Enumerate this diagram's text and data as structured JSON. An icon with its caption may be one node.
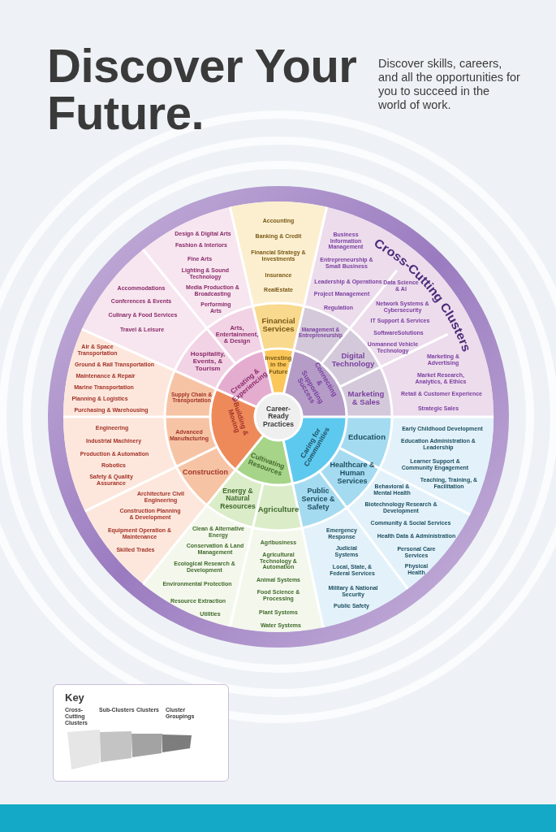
{
  "diagram": {
    "title": "Discover Your Future.",
    "nodes": [
      {
        "text": [
          "Career-Ready Practices"
        ]
      },
      {
        "text": [
          "Creating & Experiencing"
        ]
      },
      {
        "text": [
          "Investing in the Future"
        ]
      },
      {
        "text": [
          "Connecting & Supporting Success"
        ]
      },
      {
        "text": [
          "Caring for Communities"
        ]
      },
      {
        "text": [
          "Cultivating Resources"
        ]
      },
      {
        "text": [
          "Building & Moving"
        ]
      },
      {
        "text": [
          "Arts, Entertainment, & Design"
        ]
      },
      {
        "text": [
          "Financial Services"
        ]
      },
      {
        "text": [
          "Management & Entrepreneurship"
        ]
      },
      {
        "text": [
          "Digital Technology"
        ]
      },
      {
        "text": [
          "Marketing & Sales"
        ]
      },
      {
        "text": [
          "Education"
        ]
      },
      {
        "text": [
          "Healthcare & Human Services"
        ]
      },
      {
        "text": [
          "Public Service & Safety"
        ]
      },
      {
        "text": [
          "Agriculture"
        ]
      },
      {
        "text": [
          "Energy & Natural Resources"
        ]
      },
      {
        "text": [
          "Construction"
        ]
      },
      {
        "text": [
          "Advanced Manufacturing"
        ]
      },
      {
        "text": [
          "Supply Chain & Transportation"
        ]
      },
      {
        "text": [
          "Hospitality, Events, & Tourism"
        ]
      },
      {
        "text": [
          "Design & Digital Arts",
          "Fashion & Interiors",
          "Fine Arts",
          "Lighting & Sound Technology",
          "Media Production & Broadcasting",
          "Performing Arts"
        ]
      },
      {
        "text": [
          "Accounting",
          "Banking & Credit",
          "Financial Strategy & Investments",
          "Insurance",
          "RealEstate"
        ]
      },
      {
        "text": [
          "Business Information Management",
          "Entrepreneurship & Small Business",
          "Leadership & Operations",
          "Project Management",
          "Regulation"
        ]
      },
      {
        "text": [
          "Data Science & AI",
          "Network Systems & Cybersecurity",
          "IT Support & Services",
          "SoftwareSolutions",
          "Unmanned Vehicle Technology"
        ]
      },
      {
        "text": [
          "Marketing & Advertising",
          "Market Research, Analytics, & Ethics",
          "Retail & Customer Experience",
          "Strategic Sales"
        ]
      },
      {
        "text": [
          "Early Childhood Development",
          "Education Administration & Leadership",
          "Learner Support & Community Engagement",
          "Teaching, Training, & Facilitation"
        ]
      },
      {
        "text": [
          "Behavioral & Mental Health",
          "Biotechnology Research & Development",
          "Community & Social Services",
          "Health Data & Administration",
          "Personal Care Services",
          "Physical Health"
        ]
      },
      {
        "text": [
          "Emergency Response",
          "Judicial Systems",
          "Local, State, & Federal Services",
          "Military & National Security",
          "Public Safety"
        ]
      },
      {
        "text": [
          "Agribusiness",
          "Agricultural Technology & Automation",
          "Animal Systems",
          "Food Science & Processing",
          "Plant Systems",
          "Water Systems"
        ]
      },
      {
        "text": [
          "Clean & Alternative Energy",
          "Conservation & Land Management",
          "Ecological Research & Development",
          "Environmental Protection",
          "Resource Extraction",
          "Utilities"
        ]
      },
      {
        "text": [
          "Architecture Civil Engineering",
          "Construction Planning & Development",
          "Equipment Operation & Maintenance",
          "Skilled Trades"
        ]
      },
      {
        "text": [
          "Engineering",
          "Industrial Machinery",
          "Production & Automation",
          "Robotics",
          "Safety & Quality Assurance"
        ]
      },
      {
        "text": [
          "Air & Space Transportation",
          "Ground & Rail Transportation",
          "Maintenance & Repair",
          "Marine Transportation",
          "Planning & Logistics",
          "Purchasing & Warehousing"
        ]
      },
      {
        "text": [
          "Accommodations",
          "Conferences & Events",
          "Culinary & Food Services",
          "Travel & Leisure"
        ]
      }
    ],
    "labels": [
      "Discover skills, careers, and all the opportunities for you to succeed in the world of work.",
      "Cross-Cutting Clusters",
      "Key"
    ],
    "legend": [
      {
        "text": "Cross-Cutting Clusters",
        "color": "#e6e6e6"
      },
      {
        "text": "Sub-Clusters",
        "color": "#c4c4c4"
      },
      {
        "text": "Clusters",
        "color": "#a3a3a3"
      },
      {
        "text": "Cluster Groupings",
        "color": "#7d7d7d"
      }
    ]
  }
}
